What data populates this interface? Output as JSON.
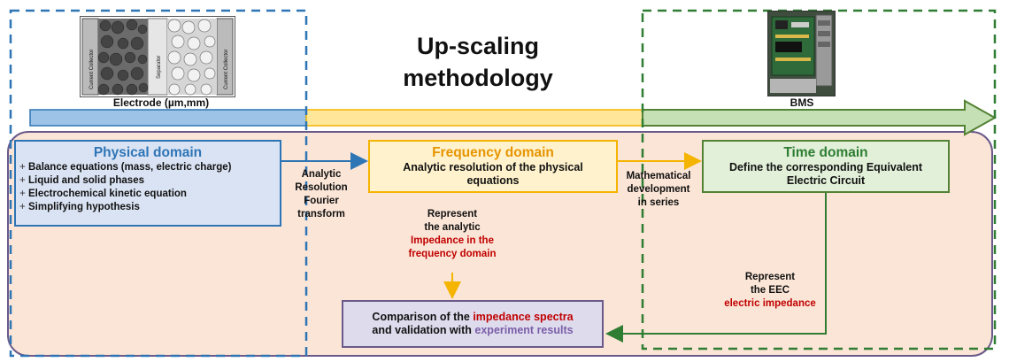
{
  "headline": {
    "line1": "Up-scaling",
    "line2": "methodology"
  },
  "top_labels": {
    "electrode": "Electrode (µm,mm)",
    "bms": "BMS"
  },
  "electrode_image": {
    "left_collector": "Current Collector",
    "separator": "Separator",
    "right_collector": "Current Collector"
  },
  "physical_domain": {
    "title": "Physical domain",
    "items": [
      "Balance equations (mass, electric charge)",
      "Liquid and solid phases",
      "Electrochemical kinetic equation",
      "Simplifying hypothesis"
    ],
    "bullet": "+"
  },
  "frequency_domain": {
    "title": "Frequency domain",
    "text": "Analytic resolution of the physical equations"
  },
  "time_domain": {
    "title": "Time domain",
    "text": "Define the corresponding Equivalent Electric Circuit"
  },
  "arrow_labels": {
    "analytic": [
      "Analytic",
      "Resolution",
      "Fourier",
      "transform"
    ],
    "math": [
      "Mathematical",
      "development",
      "in series"
    ]
  },
  "represent_freq": {
    "line1": "Represent",
    "line2": "the analytic",
    "red1": "Impedance in the",
    "red2": "frequency domain"
  },
  "represent_eec": {
    "line1": "Represent",
    "line2": "the EEC",
    "red": "electric impedance"
  },
  "comparison": {
    "line1_prefix": "Comparison of the ",
    "line1_red": "impedance spectra",
    "line2_prefix": "and validation with ",
    "line2_purple": "experiment results"
  },
  "colors": {
    "blue": "#2e75b6",
    "yellow": "#f4b400",
    "green": "#548235",
    "dark_green": "#2e7d32",
    "purple": "#6a5a8a",
    "red": "#c00000",
    "panel_bg": "#fbe5d6"
  }
}
